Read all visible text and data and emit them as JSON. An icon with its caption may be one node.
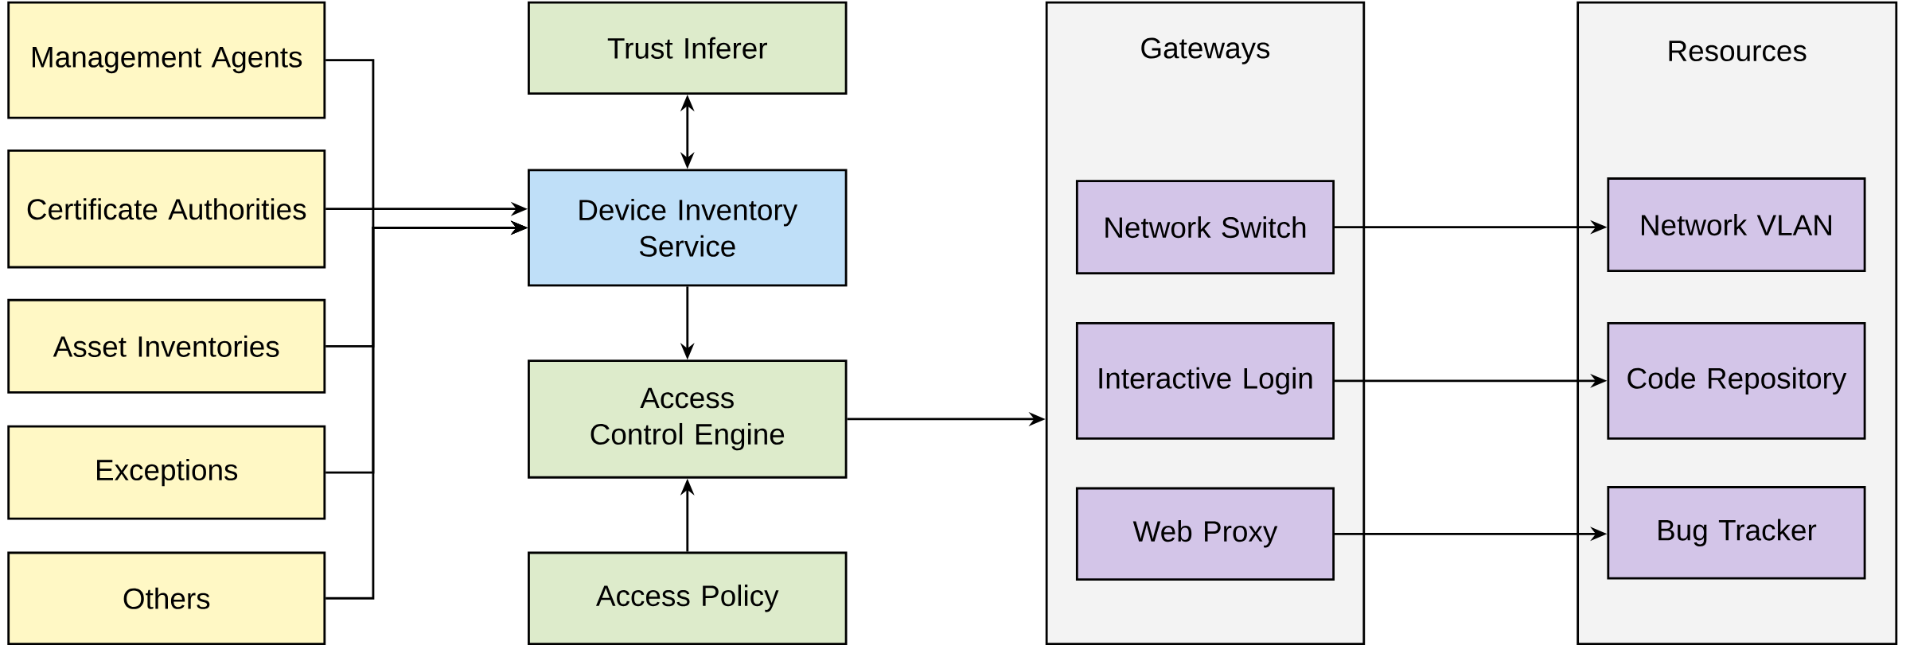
{
  "diagram": {
    "nodes": [
      {
        "text": [
          "Management Agents"
        ]
      },
      {
        "text": [
          "Certificate Authorities"
        ]
      },
      {
        "text": [
          "Asset Inventories"
        ]
      },
      {
        "text": [
          "Exceptions"
        ]
      },
      {
        "text": [
          "Others"
        ]
      },
      {
        "text": [
          "Trust Inferer"
        ]
      },
      {
        "text": [
          "Device Inventory Service"
        ]
      },
      {
        "text": [
          "Access Control Engine"
        ]
      },
      {
        "text": [
          "Access Policy"
        ]
      },
      {
        "text": [
          "Gateways"
        ]
      },
      {
        "text": [
          "Network Switch"
        ],
        "in": 9
      },
      {
        "text": [
          "Interactive Login"
        ],
        "in": 9
      },
      {
        "text": [
          "Web Proxy"
        ],
        "in": 9
      },
      {
        "text": [
          "Resources"
        ]
      },
      {
        "text": [
          "Network VLAN"
        ],
        "in": 13
      },
      {
        "text": [
          "Code Repository"
        ],
        "in": 13
      },
      {
        "text": [
          "Bug Tracker"
        ],
        "in": 13
      }
    ],
    "edges": [
      {
        "from": 0,
        "to": 6,
        "arrow": "to"
      },
      {
        "from": 1,
        "to": 6,
        "arrow": "to"
      },
      {
        "from": 2,
        "to": 6,
        "arrow": "to"
      },
      {
        "from": 3,
        "to": 6,
        "arrow": "to"
      },
      {
        "from": 4,
        "to": 6,
        "arrow": "to"
      },
      {
        "from": 5,
        "to": 6,
        "arrow": "both"
      },
      {
        "from": 6,
        "to": 7,
        "arrow": "to"
      },
      {
        "from": 8,
        "to": 7,
        "arrow": "to"
      },
      {
        "from": 7,
        "to": 9,
        "arrow": "to"
      },
      {
        "from": 10,
        "to": 14,
        "arrow": "to"
      },
      {
        "from": 11,
        "to": 15,
        "arrow": "to"
      },
      {
        "from": 12,
        "to": 16,
        "arrow": "to"
      }
    ]
  }
}
